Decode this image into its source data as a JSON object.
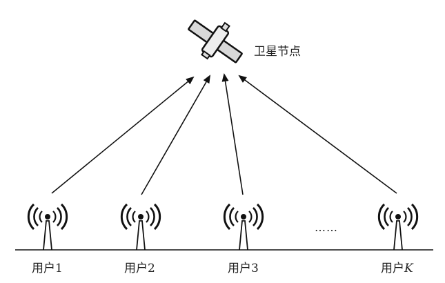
{
  "satellite": {
    "label": "卫星节点",
    "icon": "satellite-icon"
  },
  "users": [
    {
      "label": "用户1",
      "icon": "antenna-tower-icon"
    },
    {
      "label": "用户2",
      "icon": "antenna-tower-icon"
    },
    {
      "label": "用户3",
      "icon": "antenna-tower-icon"
    },
    {
      "label_prefix": "用户",
      "label_var": "K",
      "icon": "antenna-tower-icon"
    }
  ],
  "ellipsis": "……",
  "colors": {
    "line": "#111111",
    "background": "#ffffff"
  }
}
